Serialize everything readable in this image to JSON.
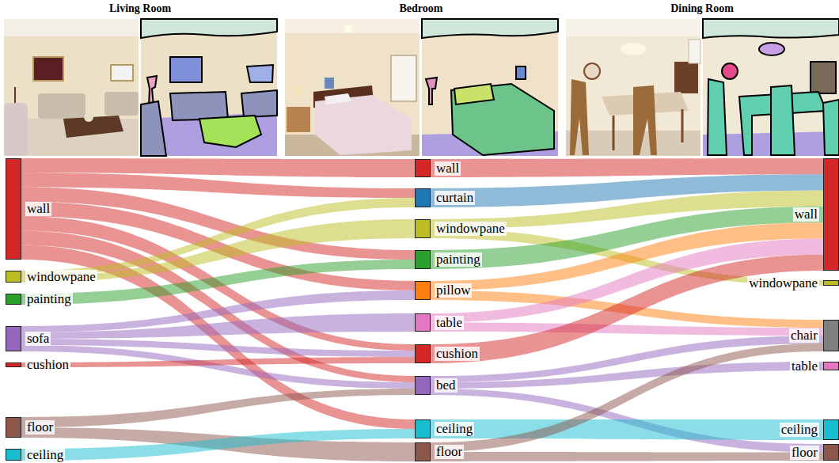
{
  "diagram": {
    "nodes": [
      {
        "text": [
          "wall"
        ]
      },
      {
        "text": [
          "windowpane"
        ]
      },
      {
        "text": [
          "painting"
        ]
      },
      {
        "text": [
          "sofa"
        ]
      },
      {
        "text": [
          "cushion"
        ]
      },
      {
        "text": [
          "floor"
        ]
      },
      {
        "text": [
          "ceiling"
        ]
      },
      {
        "text": [
          "wall"
        ]
      },
      {
        "text": [
          "curtain"
        ]
      },
      {
        "text": [
          "windowpane"
        ]
      },
      {
        "text": [
          "painting"
        ]
      },
      {
        "text": [
          "pillow"
        ]
      },
      {
        "text": [
          "table"
        ]
      },
      {
        "text": [
          "cushion"
        ]
      },
      {
        "text": [
          "bed"
        ]
      },
      {
        "text": [
          "ceiling"
        ]
      },
      {
        "text": [
          "floor"
        ]
      },
      {
        "text": [
          "wall"
        ]
      },
      {
        "text": [
          "windowpane"
        ]
      },
      {
        "text": [
          "chair"
        ]
      },
      {
        "text": [
          "table"
        ]
      },
      {
        "text": [
          "ceiling"
        ]
      },
      {
        "text": [
          "floor"
        ]
      }
    ],
    "edges": [
      {
        "from": 0,
        "to": 7,
        "arrow": "none"
      },
      {
        "from": 0,
        "to": 8,
        "arrow": "none"
      },
      {
        "from": 0,
        "to": 10,
        "arrow": "none"
      },
      {
        "from": 0,
        "to": 11,
        "arrow": "none"
      },
      {
        "from": 0,
        "to": 13,
        "arrow": "none"
      },
      {
        "from": 0,
        "to": 14,
        "arrow": "none"
      },
      {
        "from": 0,
        "to": 15,
        "arrow": "none"
      },
      {
        "from": 1,
        "to": 8,
        "arrow": "none"
      },
      {
        "from": 1,
        "to": 9,
        "arrow": "none"
      },
      {
        "from": 2,
        "to": 10,
        "arrow": "none"
      },
      {
        "from": 3,
        "to": 11,
        "arrow": "none"
      },
      {
        "from": 3,
        "to": 12,
        "arrow": "none"
      },
      {
        "from": 3,
        "to": 13,
        "arrow": "none"
      },
      {
        "from": 3,
        "to": 14,
        "arrow": "none"
      },
      {
        "from": 4,
        "to": 13,
        "arrow": "none"
      },
      {
        "from": 5,
        "to": 14,
        "arrow": "none"
      },
      {
        "from": 5,
        "to": 16,
        "arrow": "none"
      },
      {
        "from": 6,
        "to": 15,
        "arrow": "none"
      },
      {
        "from": 7,
        "to": 17,
        "arrow": "none"
      },
      {
        "from": 8,
        "to": 17,
        "arrow": "none"
      },
      {
        "from": 9,
        "to": 17,
        "arrow": "none"
      },
      {
        "from": 9,
        "to": 18,
        "arrow": "none"
      },
      {
        "from": 10,
        "to": 17,
        "arrow": "none"
      },
      {
        "from": 11,
        "to": 17,
        "arrow": "none"
      },
      {
        "from": 11,
        "to": 19,
        "arrow": "none"
      },
      {
        "from": 12,
        "to": 17,
        "arrow": "none"
      },
      {
        "from": 12,
        "to": 19,
        "arrow": "none"
      },
      {
        "from": 13,
        "to": 17,
        "arrow": "none"
      },
      {
        "from": 14,
        "to": 19,
        "arrow": "none"
      },
      {
        "from": 14,
        "to": 20,
        "arrow": "none"
      },
      {
        "from": 14,
        "to": 22,
        "arrow": "none"
      },
      {
        "from": 15,
        "to": 21,
        "arrow": "none"
      },
      {
        "from": 16,
        "to": 19,
        "arrow": "none"
      },
      {
        "from": 16,
        "to": 22,
        "arrow": "none"
      }
    ],
    "labels": [
      "Living Room",
      "Bedroom",
      "Dining Room"
    ]
  }
}
